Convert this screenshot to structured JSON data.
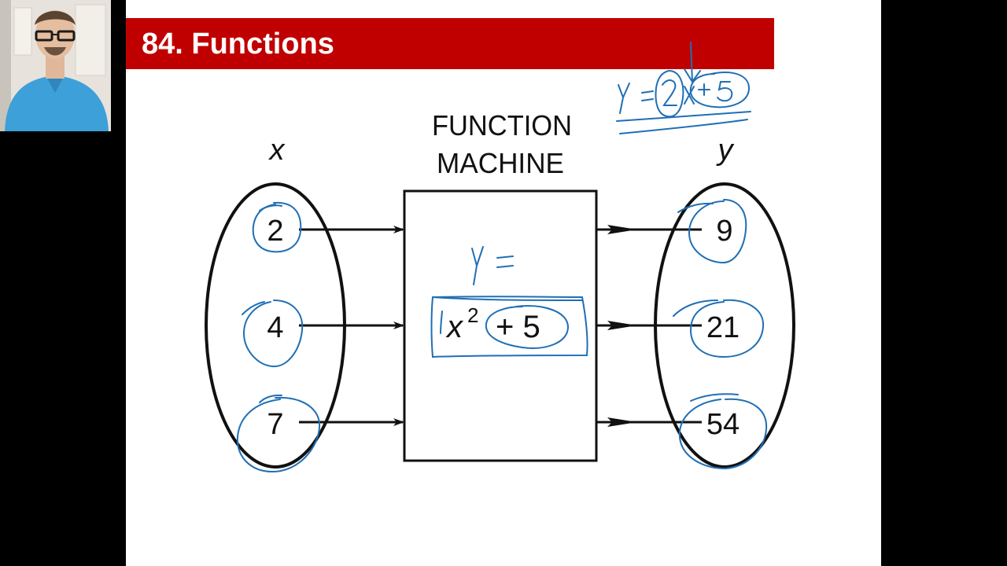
{
  "slide": {
    "title": "84.  Functions"
  },
  "diagram": {
    "input_label": "x",
    "output_label": "y",
    "machine_title_line1": "FUNCTION",
    "machine_title_line2": "MACHINE",
    "inputs": [
      "2",
      "4",
      "7"
    ],
    "outputs": [
      "9",
      "21",
      "54"
    ],
    "rule_base": "x",
    "rule_exponent": "2",
    "rule_rest": "+ 5"
  },
  "annotations": {
    "machine_note": "y =",
    "top_right_note": "y = 2 × + 5"
  },
  "colors": {
    "title_bar": "#c00000",
    "ink": "#1f6fb5",
    "diagram": "#111111"
  }
}
